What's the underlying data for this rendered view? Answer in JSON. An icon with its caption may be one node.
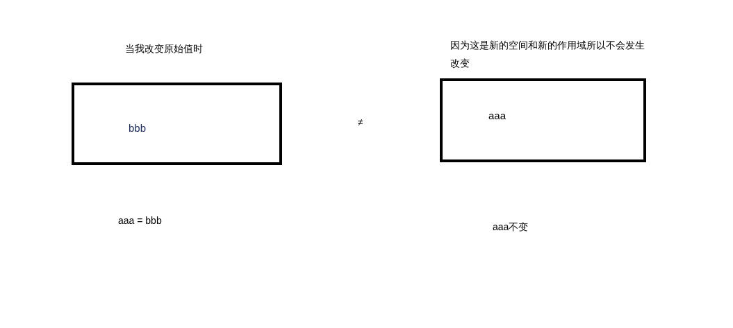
{
  "diagram": {
    "nodes": [
      {
        "text": [
          "当我改变原始值时",
          "bbb"
        ]
      },
      {
        "text": [
          "因为这是新的空间和新的作用域所以不会发生改变",
          "aaa"
        ]
      }
    ],
    "edges": [],
    "labels": [
      "≠",
      "aaa = bbb",
      "aaa不变"
    ]
  }
}
